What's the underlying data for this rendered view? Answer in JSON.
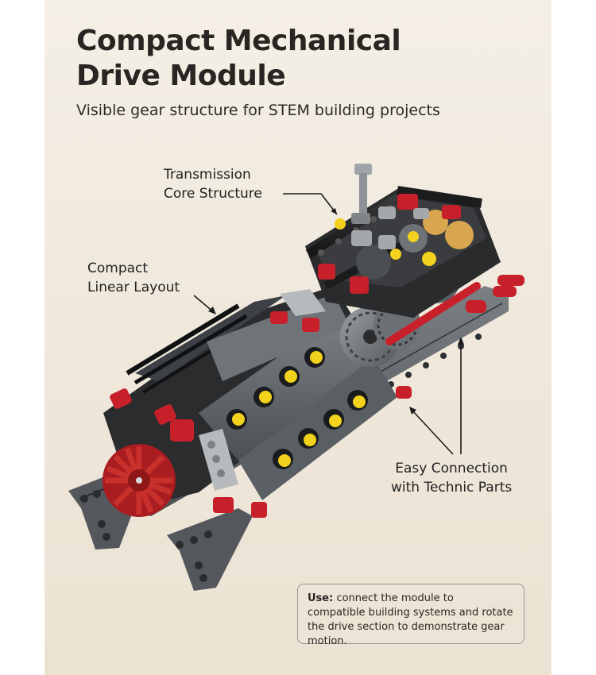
{
  "header": {
    "title_line1": "Compact Mechanical",
    "title_line2": "Drive Module",
    "subtitle": "Visible gear structure for STEM building projects"
  },
  "callouts": {
    "transmission": [
      "Transmission",
      "Core Structure"
    ],
    "linear": [
      "Compact",
      "Linear Layout"
    ],
    "connection": [
      "Easy Connection",
      "with Technic Parts"
    ]
  },
  "note": {
    "label": "Use:",
    "text": " connect the module to compatible building systems and rotate the drive section to demonstrate gear motion."
  },
  "colors": {
    "background": "#f4efe6",
    "frame_gray": "#5b5f63",
    "frame_black": "#1e1e1f",
    "accent_red": "#c8202a",
    "accent_yellow": "#f2d21c",
    "light_gray": "#a7abae"
  }
}
